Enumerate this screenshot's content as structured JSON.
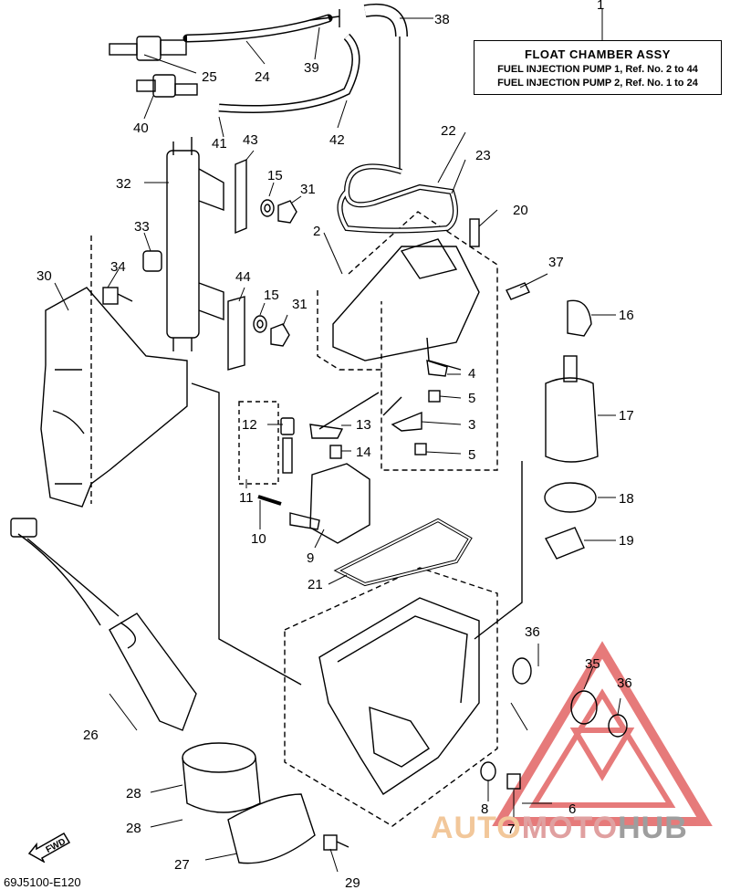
{
  "title_box": {
    "heading": "FLOAT CHAMBER ASSY",
    "line1": "FUEL INJECTION PUMP 1, Ref. No. 2 to 44",
    "line2": "FUEL INJECTION PUMP 2, Ref. No. 1 to 24"
  },
  "callouts": [
    "1",
    "2",
    "3",
    "4",
    "5",
    "5",
    "6",
    "7",
    "8",
    "9",
    "10",
    "11",
    "12",
    "13",
    "14",
    "15",
    "15",
    "16",
    "17",
    "18",
    "19",
    "20",
    "21",
    "22",
    "23",
    "24",
    "25",
    "26",
    "27",
    "28",
    "28",
    "29",
    "30",
    "31",
    "31",
    "32",
    "33",
    "34",
    "35",
    "36",
    "36",
    "37",
    "38",
    "39",
    "40",
    "41",
    "42",
    "43",
    "44"
  ],
  "diagram_code": "69J5100-E120",
  "fwd_label": "FWD",
  "watermark": {
    "part1": "AUTO",
    "part2": "MOTO",
    "part3": "HUB"
  },
  "colors": {
    "line": "#000000",
    "watermark_triangle": "#e05a5a",
    "watermark_auto": "#f2c79a",
    "watermark_moto": "#e0a0a0",
    "watermark_hub": "#9e9e9e"
  }
}
